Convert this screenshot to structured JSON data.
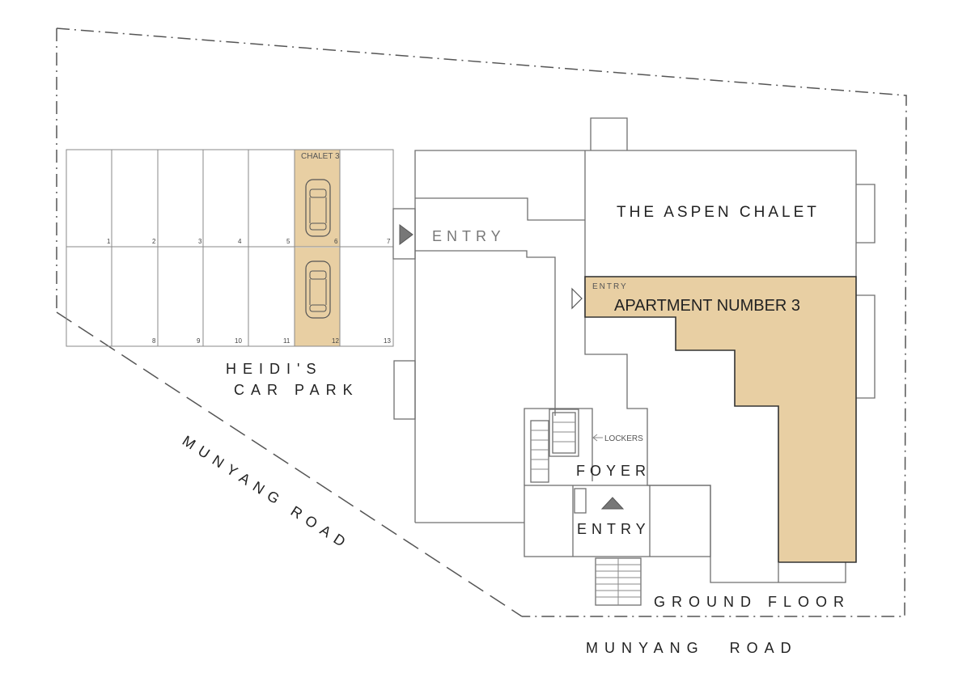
{
  "labels": {
    "aspen_chalet": "THE ASPEN CHALET",
    "apartment": "APARTMENT NUMBER 3",
    "entry_small": "ENTRY",
    "entry_top": "ENTRY",
    "entry_bottom": "ENTRY",
    "foyer": "FOYER",
    "lockers": "LOCKERS",
    "ground_floor": "GROUND FLOOR",
    "road_bottom": "MUNYANG ROAD",
    "road_diagonal": "MUNYANG ROAD",
    "car_park_line1": "HEIDI'S",
    "car_park_line2": "CAR PARK",
    "chalet3": "CHALET 3"
  },
  "bays_top": [
    "1",
    "2",
    "3",
    "4",
    "5",
    "6",
    "7"
  ],
  "bays_bottom": [
    "8",
    "9",
    "10",
    "11",
    "12",
    "13"
  ],
  "colors": {
    "highlight": "#e8cfa3",
    "line": "#6f6f6f"
  }
}
